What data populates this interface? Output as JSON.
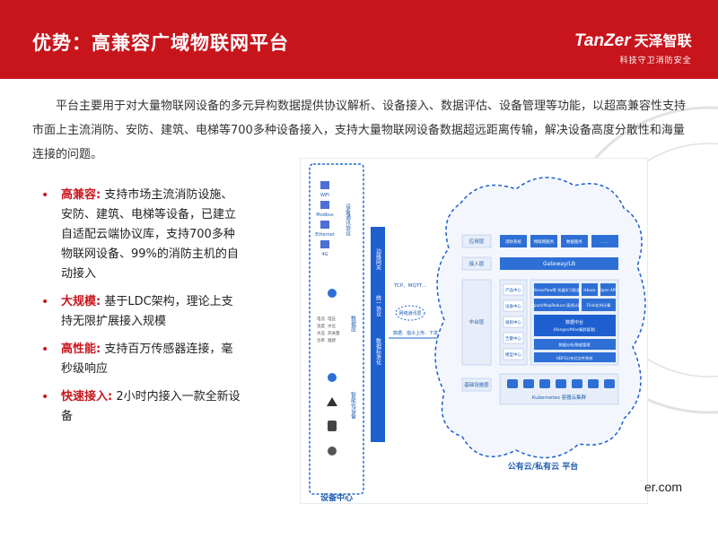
{
  "header": {
    "title": "优势：高兼容广域物联网平台",
    "logo_text": "TanZer",
    "logo_cn": "天泽智联",
    "logo_tagline": "科技守卫消防安全"
  },
  "intro": "平台主要用于对大量物联网设备的多元异构数据提供协议解析、设备接入、数据评估、设备管理等功能，以超高兼容性支持市面上主流消防、安防、建筑、电梯等700多种设备接入，支持大量物联网设备数据超远距离传输，解决设备高度分散性和海量连接的问题。",
  "bullets": [
    {
      "title": "高兼容:",
      "text": "支持市场主流消防设施、安防、建筑、电梯等设备，已建立自适配云端协议库，支持700多种物联网设备、99%的消防主机的自动接入"
    },
    {
      "title": "大规模:",
      "text": "基于LDC架构，理论上支持无限扩展接入规模"
    },
    {
      "title": "高性能:",
      "text": "支持百万传感器连接，毫秒级响应"
    },
    {
      "title": "快速接入:",
      "text": "2小时内接入一款全新设备"
    }
  ],
  "diagram": {
    "protocols": [
      "WiFi",
      "Modbus",
      "Ethernet",
      "4G"
    ],
    "protocol_group_label": "设备通讯协议",
    "data_labels": [
      "电流",
      "电压",
      "温度",
      "水位",
      "水压",
      "开关量",
      "功率",
      "烟感"
    ],
    "data_group_label": "数据层",
    "smart_device_label": "智能化设备",
    "device_center_label": "设备中心",
    "gateway_label": "边缘网关",
    "gateway_sub": "统一协议",
    "gateway_sub2": "数据标准化",
    "tcp_label": "TCP、MQTT...",
    "network_label": "网络通讯层",
    "flow_label": "数据、指令上传、下发",
    "layers": {
      "app": "应用层",
      "access": "接入层",
      "middle": "中台层",
      "infra": "基础设施层"
    },
    "app_boxes": [
      "消防系统",
      "物联网服务",
      "数据服务",
      "……"
    ],
    "gateway_lb": "Gateway/LB",
    "middle_left": [
      "产品中心",
      "设备中心",
      "规则中心",
      "告警中心",
      "模型中心"
    ],
    "tensorflow": "Tensorflow等 机器学习框架",
    "hbase": "Hbase",
    "openapi": "Open API",
    "spark": "Spark/MapReduce 离线计算",
    "flink": "Flink实时计算",
    "data_center": "数据中台",
    "data_center_sub": "(Ranger/Atlas集群管理)",
    "data_warehouse": "数据分析/数据管理",
    "hdfs": "HDFS分布式文件系统",
    "kubernetes": "Kubernetes 容器云集群",
    "cloud_label": "公有云/私有云 平台"
  },
  "cutoff_text": "er.com"
}
